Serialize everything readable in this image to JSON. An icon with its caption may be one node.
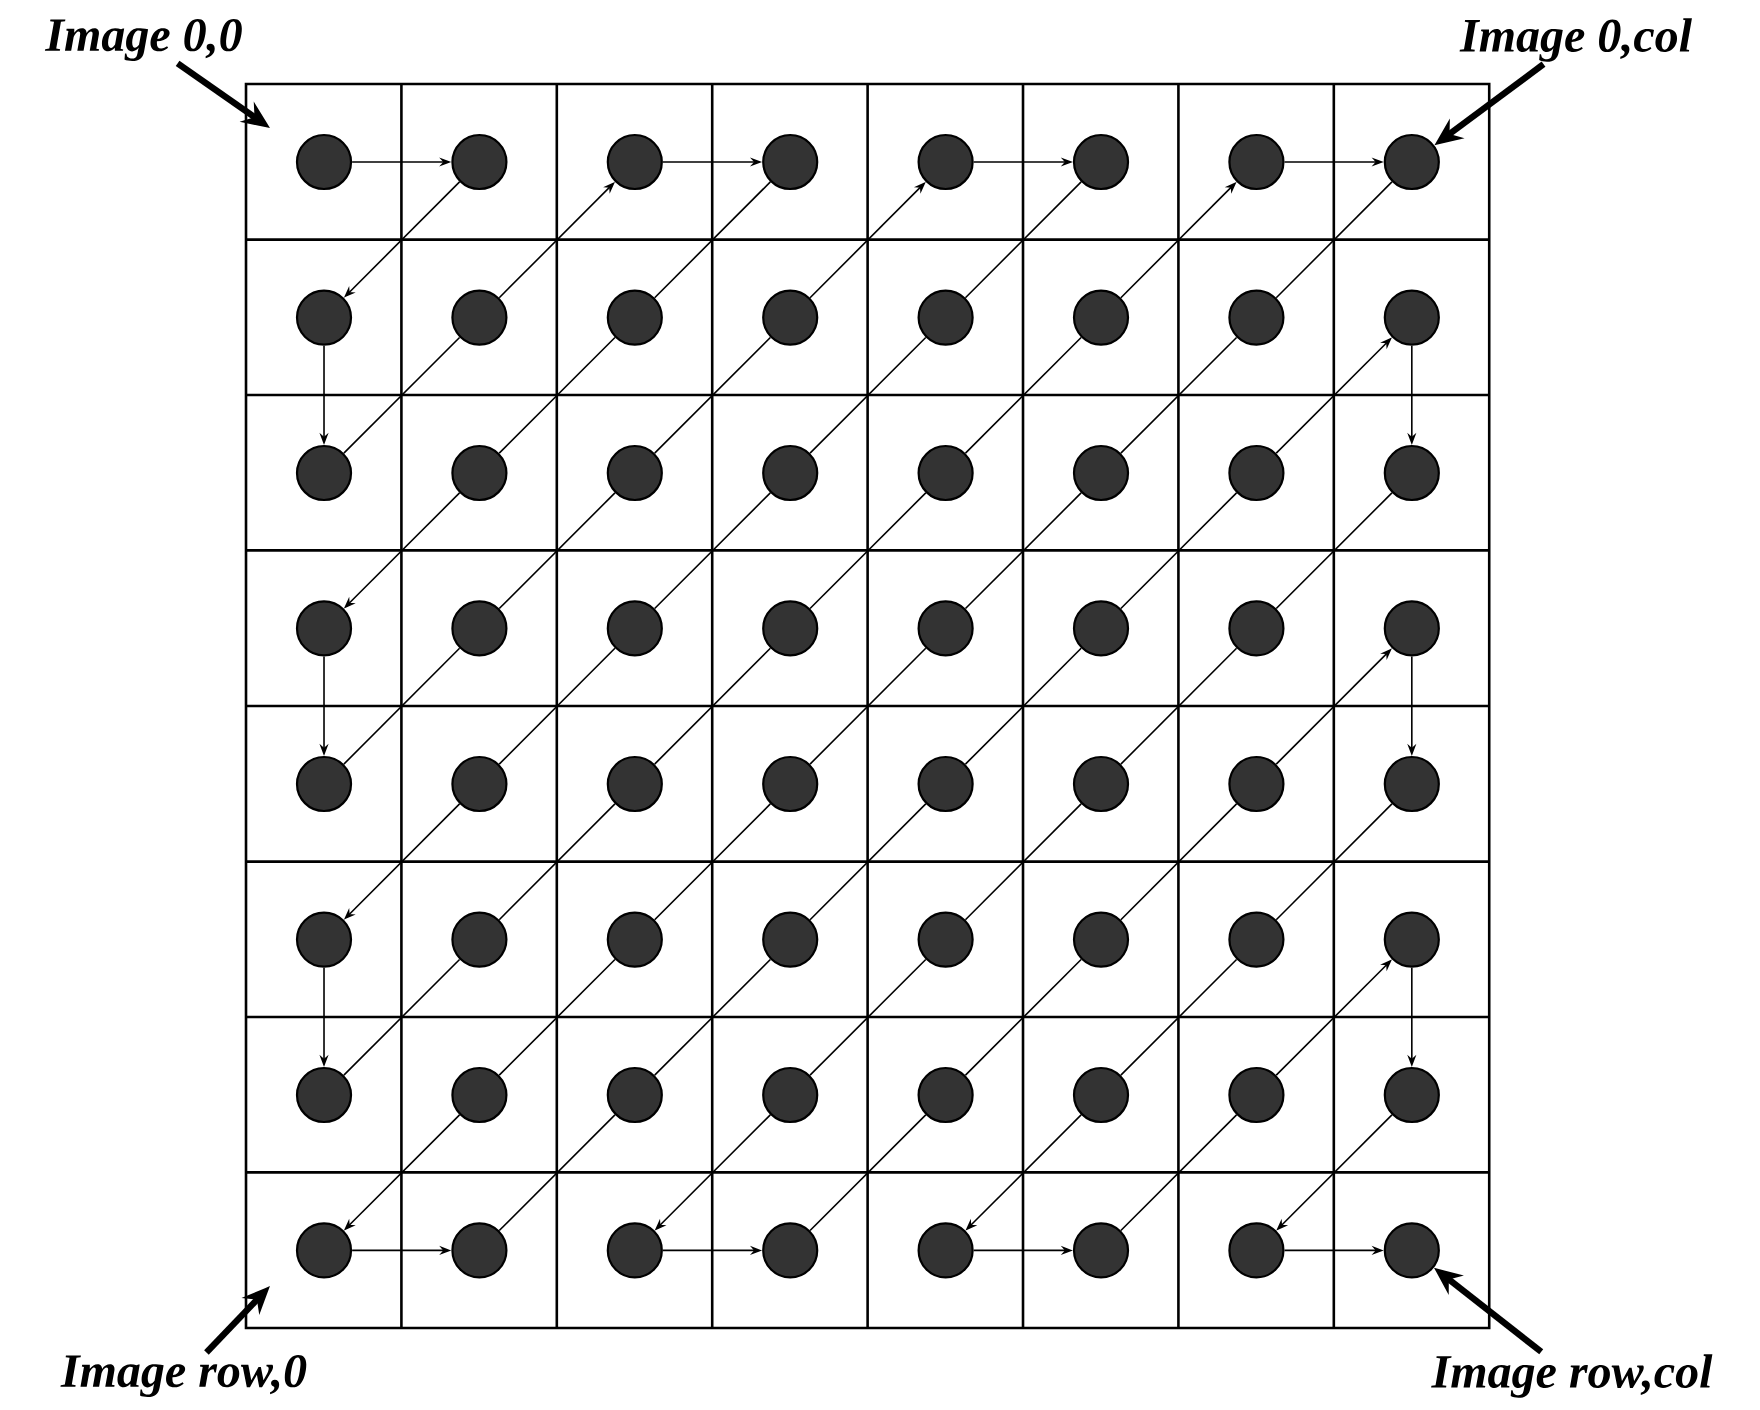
{
  "diagram": {
    "nodes": [
      {
        "text": [],
        "shape": "circle"
      },
      {
        "text": [],
        "shape": "circle"
      },
      {
        "text": [],
        "shape": "circle"
      },
      {
        "text": [],
        "shape": "circle"
      },
      {
        "text": [],
        "shape": "circle"
      },
      {
        "text": [],
        "shape": "circle"
      },
      {
        "text": [],
        "shape": "circle"
      },
      {
        "text": [],
        "shape": "circle"
      },
      {
        "text": [],
        "shape": "circle"
      },
      {
        "text": [],
        "shape": "circle"
      },
      {
        "text": [],
        "shape": "circle"
      },
      {
        "text": [],
        "shape": "circle"
      },
      {
        "text": [],
        "shape": "circle"
      },
      {
        "text": [],
        "shape": "circle"
      },
      {
        "text": [],
        "shape": "circle"
      },
      {
        "text": [],
        "shape": "circle"
      },
      {
        "text": [],
        "shape": "circle"
      },
      {
        "text": [],
        "shape": "circle"
      },
      {
        "text": [],
        "shape": "circle"
      },
      {
        "text": [],
        "shape": "circle"
      },
      {
        "text": [],
        "shape": "circle"
      },
      {
        "text": [],
        "shape": "circle"
      },
      {
        "text": [],
        "shape": "circle"
      },
      {
        "text": [],
        "shape": "circle"
      },
      {
        "text": [],
        "shape": "circle"
      },
      {
        "text": [],
        "shape": "circle"
      },
      {
        "text": [],
        "shape": "circle"
      },
      {
        "text": [],
        "shape": "circle"
      },
      {
        "text": [],
        "shape": "circle"
      },
      {
        "text": [],
        "shape": "circle"
      },
      {
        "text": [],
        "shape": "circle"
      },
      {
        "text": [],
        "shape": "circle"
      },
      {
        "text": [],
        "shape": "circle"
      },
      {
        "text": [],
        "shape": "circle"
      },
      {
        "text": [],
        "shape": "circle"
      },
      {
        "text": [],
        "shape": "circle"
      },
      {
        "text": [],
        "shape": "circle"
      },
      {
        "text": [],
        "shape": "circle"
      },
      {
        "text": [],
        "shape": "circle"
      },
      {
        "text": [],
        "shape": "circle"
      },
      {
        "text": [],
        "shape": "circle"
      },
      {
        "text": [],
        "shape": "circle"
      },
      {
        "text": [],
        "shape": "circle"
      },
      {
        "text": [],
        "shape": "circle"
      },
      {
        "text": [],
        "shape": "circle"
      },
      {
        "text": [],
        "shape": "circle"
      },
      {
        "text": [],
        "shape": "circle"
      },
      {
        "text": [],
        "shape": "circle"
      },
      {
        "text": [],
        "shape": "circle"
      },
      {
        "text": [],
        "shape": "circle"
      },
      {
        "text": [],
        "shape": "circle"
      },
      {
        "text": [],
        "shape": "circle"
      },
      {
        "text": [],
        "shape": "circle"
      },
      {
        "text": [],
        "shape": "circle"
      },
      {
        "text": [],
        "shape": "circle"
      },
      {
        "text": [],
        "shape": "circle"
      },
      {
        "text": [],
        "shape": "circle"
      },
      {
        "text": [],
        "shape": "circle"
      },
      {
        "text": [],
        "shape": "circle"
      },
      {
        "text": [],
        "shape": "circle"
      },
      {
        "text": [],
        "shape": "circle"
      },
      {
        "text": [],
        "shape": "circle"
      },
      {
        "text": [],
        "shape": "circle"
      },
      {
        "text": [],
        "shape": "circle"
      },
      {
        "text": [
          "Image 0,0"
        ]
      },
      {
        "text": [
          "Image 0,col"
        ]
      },
      {
        "text": [
          "Image row,0"
        ]
      },
      {
        "text": [
          "Image row,col"
        ]
      }
    ],
    "edges": [
      {
        "from": 0,
        "to": 1,
        "arrow": "to"
      },
      {
        "from": 1,
        "to": 8,
        "arrow": "to"
      },
      {
        "from": 8,
        "to": 16,
        "arrow": "to"
      },
      {
        "from": 16,
        "to": 9,
        "arrow": "none"
      },
      {
        "from": 9,
        "to": 2,
        "arrow": "to"
      },
      {
        "from": 2,
        "to": 3,
        "arrow": "to"
      },
      {
        "from": 3,
        "to": 10,
        "arrow": "none"
      },
      {
        "from": 10,
        "to": 17,
        "arrow": "none"
      },
      {
        "from": 17,
        "to": 24,
        "arrow": "to"
      },
      {
        "from": 24,
        "to": 32,
        "arrow": "to"
      },
      {
        "from": 32,
        "to": 25,
        "arrow": "none"
      },
      {
        "from": 25,
        "to": 18,
        "arrow": "none"
      },
      {
        "from": 18,
        "to": 11,
        "arrow": "none"
      },
      {
        "from": 11,
        "to": 4,
        "arrow": "to"
      },
      {
        "from": 4,
        "to": 5,
        "arrow": "to"
      },
      {
        "from": 5,
        "to": 12,
        "arrow": "none"
      },
      {
        "from": 12,
        "to": 19,
        "arrow": "none"
      },
      {
        "from": 19,
        "to": 26,
        "arrow": "none"
      },
      {
        "from": 26,
        "to": 33,
        "arrow": "none"
      },
      {
        "from": 33,
        "to": 40,
        "arrow": "to"
      },
      {
        "from": 40,
        "to": 48,
        "arrow": "to"
      },
      {
        "from": 48,
        "to": 41,
        "arrow": "none"
      },
      {
        "from": 41,
        "to": 34,
        "arrow": "none"
      },
      {
        "from": 34,
        "to": 27,
        "arrow": "none"
      },
      {
        "from": 27,
        "to": 20,
        "arrow": "none"
      },
      {
        "from": 20,
        "to": 13,
        "arrow": "none"
      },
      {
        "from": 13,
        "to": 6,
        "arrow": "to"
      },
      {
        "from": 6,
        "to": 7,
        "arrow": "to"
      },
      {
        "from": 7,
        "to": 14,
        "arrow": "none"
      },
      {
        "from": 14,
        "to": 21,
        "arrow": "none"
      },
      {
        "from": 21,
        "to": 28,
        "arrow": "none"
      },
      {
        "from": 28,
        "to": 35,
        "arrow": "none"
      },
      {
        "from": 35,
        "to": 42,
        "arrow": "none"
      },
      {
        "from": 42,
        "to": 49,
        "arrow": "none"
      },
      {
        "from": 49,
        "to": 56,
        "arrow": "to"
      },
      {
        "from": 56,
        "to": 57,
        "arrow": "to"
      },
      {
        "from": 57,
        "to": 50,
        "arrow": "none"
      },
      {
        "from": 50,
        "to": 43,
        "arrow": "none"
      },
      {
        "from": 43,
        "to": 36,
        "arrow": "none"
      },
      {
        "from": 36,
        "to": 29,
        "arrow": "none"
      },
      {
        "from": 29,
        "to": 22,
        "arrow": "none"
      },
      {
        "from": 22,
        "to": 15,
        "arrow": "to"
      },
      {
        "from": 15,
        "to": 23,
        "arrow": "to"
      },
      {
        "from": 23,
        "to": 30,
        "arrow": "none"
      },
      {
        "from": 30,
        "to": 37,
        "arrow": "none"
      },
      {
        "from": 37,
        "to": 44,
        "arrow": "none"
      },
      {
        "from": 44,
        "to": 51,
        "arrow": "none"
      },
      {
        "from": 51,
        "to": 58,
        "arrow": "to"
      },
      {
        "from": 58,
        "to": 59,
        "arrow": "to"
      },
      {
        "from": 59,
        "to": 52,
        "arrow": "none"
      },
      {
        "from": 52,
        "to": 45,
        "arrow": "none"
      },
      {
        "from": 45,
        "to": 38,
        "arrow": "none"
      },
      {
        "from": 38,
        "to": 31,
        "arrow": "to"
      },
      {
        "from": 31,
        "to": 39,
        "arrow": "to"
      },
      {
        "from": 39,
        "to": 46,
        "arrow": "none"
      },
      {
        "from": 46,
        "to": 53,
        "arrow": "none"
      },
      {
        "from": 53,
        "to": 60,
        "arrow": "to"
      },
      {
        "from": 60,
        "to": 61,
        "arrow": "to"
      },
      {
        "from": 61,
        "to": 54,
        "arrow": "none"
      },
      {
        "from": 54,
        "to": 47,
        "arrow": "to"
      },
      {
        "from": 47,
        "to": 55,
        "arrow": "to"
      },
      {
        "from": 55,
        "to": 62,
        "arrow": "to"
      },
      {
        "from": 62,
        "to": 63,
        "arrow": "to"
      },
      {
        "from": 64,
        "to": null,
        "arrow": "to",
        "style": "thick"
      },
      {
        "from": 65,
        "to": 7,
        "arrow": "to",
        "style": "thick"
      },
      {
        "from": 66,
        "to": null,
        "arrow": "to",
        "style": "thick"
      },
      {
        "from": 67,
        "to": 63,
        "arrow": "to",
        "style": "thick"
      }
    ]
  }
}
